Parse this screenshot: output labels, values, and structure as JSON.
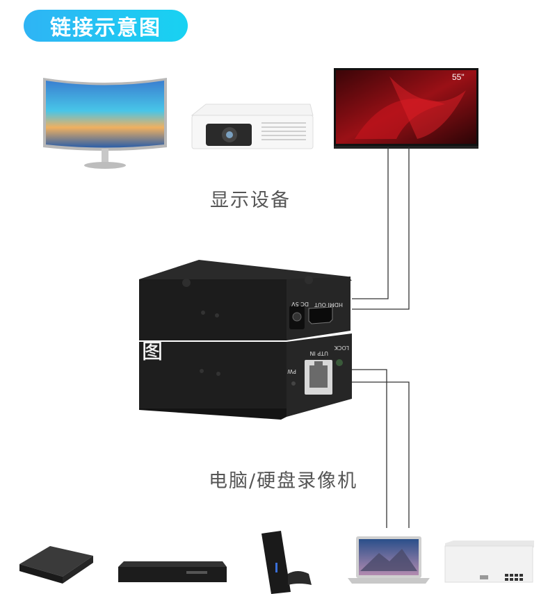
{
  "title": "链接示意图",
  "display_label": "显示设备",
  "source_label": "电脑/硬盘录像机",
  "tv_size": "55\"",
  "device": {
    "side_char": "图",
    "top_unit": {
      "port_dc": "DC 5V",
      "port_hdmi": "HDMI OUT"
    },
    "bottom_unit": {
      "port_pw": "PW",
      "port_utp": "UTP IN",
      "port_lock": "LOCK"
    }
  },
  "colors": {
    "pill_start": "#2fb4f4",
    "pill_end": "#18d2f2",
    "device": "#1e1e1e"
  }
}
